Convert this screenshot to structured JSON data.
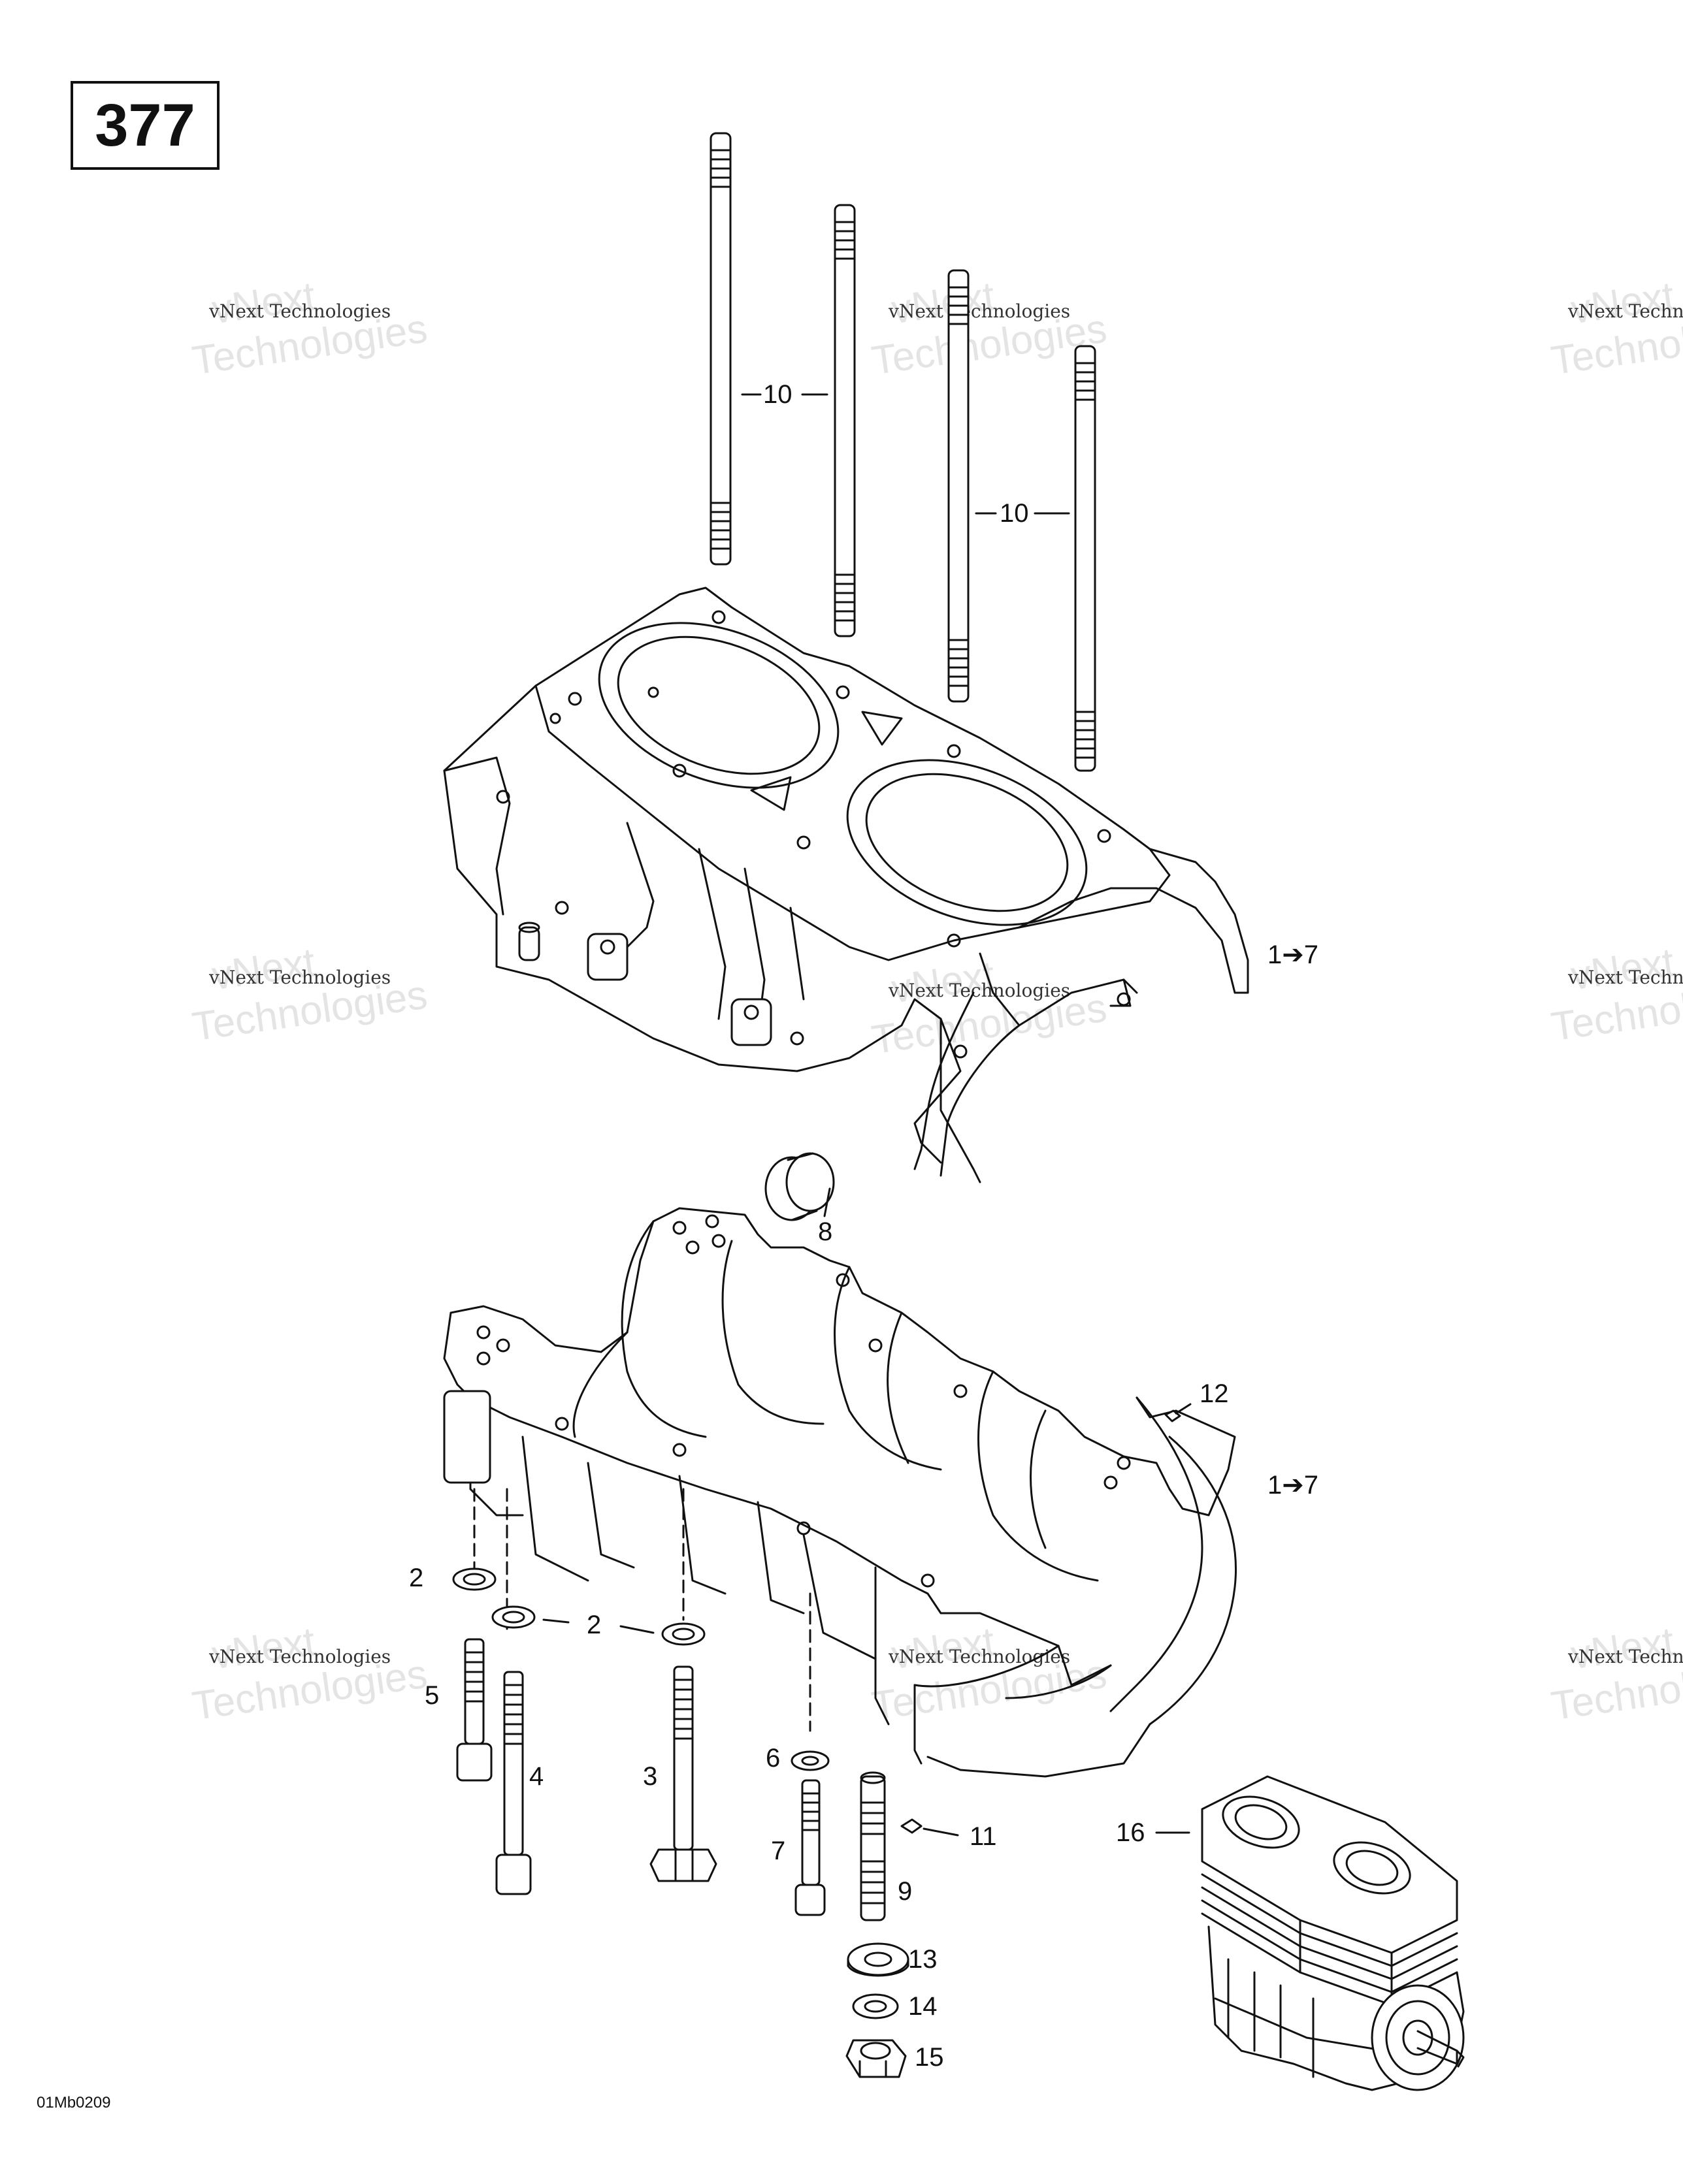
{
  "page_number": "377",
  "drawing_code": "01Mb0209",
  "watermark": {
    "big_line1": "vNext",
    "big_line2": "Technologies",
    "small_line": "vNext Technologies"
  },
  "callouts": {
    "c10a": "10",
    "c10b": "10",
    "c1to7_upper": "1➔7",
    "c8": "8",
    "c12": "12",
    "c1to7_lower": "1➔7",
    "c2a": "2",
    "c2b": "2",
    "c5": "5",
    "c4": "4",
    "c3": "3",
    "c6": "6",
    "c7": "7",
    "c11": "11",
    "c9": "9",
    "c13": "13",
    "c14": "14",
    "c15": "15",
    "c16": "16"
  },
  "colors": {
    "line": "#111111",
    "watermark": "#e4e4e4"
  }
}
